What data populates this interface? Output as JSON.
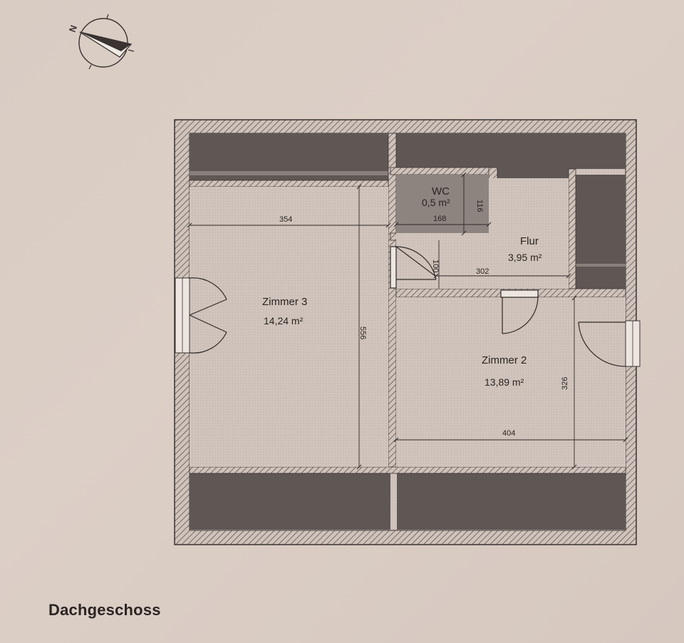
{
  "title": "Dachgeschoss",
  "compass": {
    "north_label": "N"
  },
  "rooms": {
    "zimmer3": {
      "name": "Zimmer 3",
      "area": "14,24 m²"
    },
    "zimmer2": {
      "name": "Zimmer 2",
      "area": "13,89 m²"
    },
    "wc": {
      "name": "WC",
      "area": "0,5 m²"
    },
    "flur": {
      "name": "Flur",
      "area": "3,95 m²"
    }
  },
  "dimensions": {
    "zimmer3_width": "354",
    "zimmer3_length": "556",
    "wc_width": "168",
    "wc_depth": "116",
    "flur_length": "302",
    "flur_niche": "100",
    "zimmer2_width": "404",
    "zimmer2_depth": "326"
  },
  "colors": {
    "paper": "#d8ccc3",
    "wall_hatch": "#6b605b",
    "floor": "#d2c6be",
    "roof_slope": "#5f5754",
    "wc_floor": "#8d8480"
  }
}
